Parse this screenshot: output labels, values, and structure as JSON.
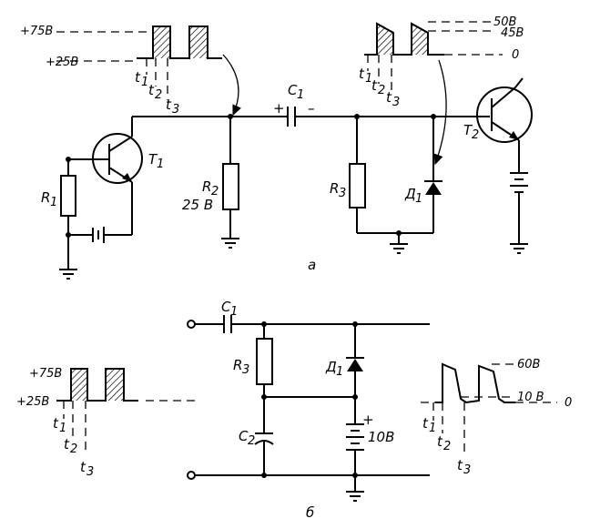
{
  "figure_a": {
    "caption": "a",
    "input_pulse": {
      "top_level": "+75B",
      "base_level": "+25B",
      "t1": "t",
      "t2": "t",
      "t3": "t",
      "sub1": "1",
      "sub2": "2",
      "sub3": "3"
    },
    "output_pulse": {
      "level_a": "50B",
      "level_b": "45B",
      "zero": "0",
      "t1": "t",
      "t2": "t",
      "t3": "t",
      "sub1": "1",
      "sub2": "2",
      "sub3": "3"
    },
    "components": {
      "t1": "T",
      "t1_sub": "1",
      "t2": "T",
      "t2_sub": "2",
      "r1": "R",
      "r1_sub": "1",
      "r2": "R",
      "r2_sub": "2",
      "r2_value": "25 B",
      "r3": "R",
      "r3_sub": "3",
      "c1": "C",
      "c1_sub": "1",
      "c1_plus": "+",
      "c1_minus": "–",
      "d1": "Д",
      "d1_sub": "1"
    }
  },
  "figure_b": {
    "caption": "б",
    "input_pulse": {
      "top_level": "+75B",
      "base_level": "+25B",
      "t1": "t",
      "t2": "t",
      "t3": "t",
      "sub1": "1",
      "sub2": "2",
      "sub3": "3"
    },
    "output_pulse": {
      "level_a": "60B",
      "level_b": "10 B",
      "zero": "0",
      "t1": "t",
      "t2": "t",
      "t3": "t",
      "sub1": "1",
      "sub2": "2",
      "sub3": "3"
    },
    "components": {
      "c1": "C",
      "c1_sub": "1",
      "r3": "R",
      "r3_sub": "3",
      "d1": "Д",
      "d1_sub": "1",
      "c2": "C",
      "c2_sub": "2",
      "battery_plus": "+",
      "battery_value": "10B"
    }
  }
}
